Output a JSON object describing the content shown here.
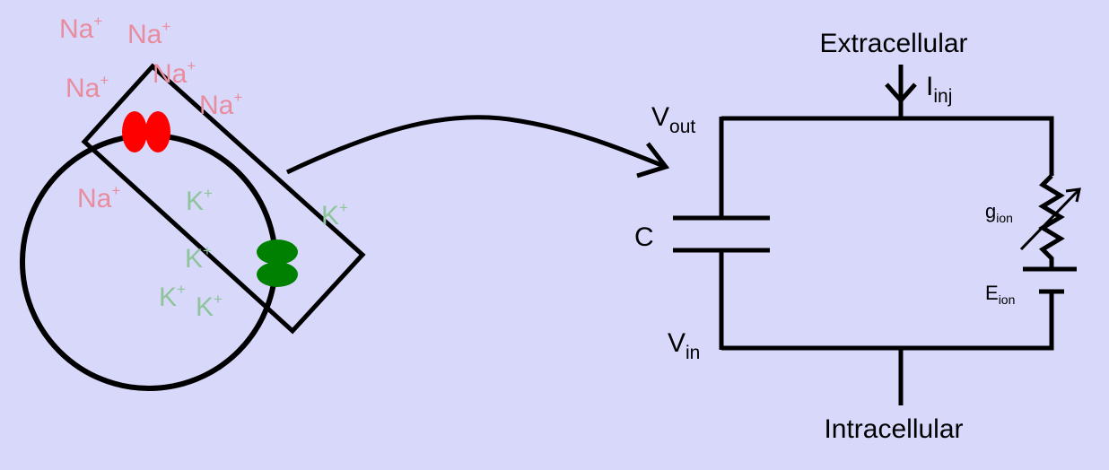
{
  "colors": {
    "background": "#d8d8fb",
    "sodium_ion_text": "#e88c9e",
    "potassium_ion_text": "#8ec49a",
    "sodium_channel": "#ff0000",
    "potassium_channel": "#008000",
    "line": "#000000"
  },
  "ions": {
    "na_base": "Na",
    "k_base": "K",
    "charge": "+"
  },
  "circuit": {
    "extracellular": "Extracellular",
    "intracellular": "Intracellular",
    "v_out_base": "V",
    "v_out_sub": "out",
    "v_in_base": "V",
    "v_in_sub": "in",
    "i_inj_base": "I",
    "i_inj_sub": "inj",
    "capacitor": "C",
    "g_ion_base": "g",
    "g_ion_sub": "ion",
    "e_ion_base": "E",
    "e_ion_sub": "ion"
  }
}
